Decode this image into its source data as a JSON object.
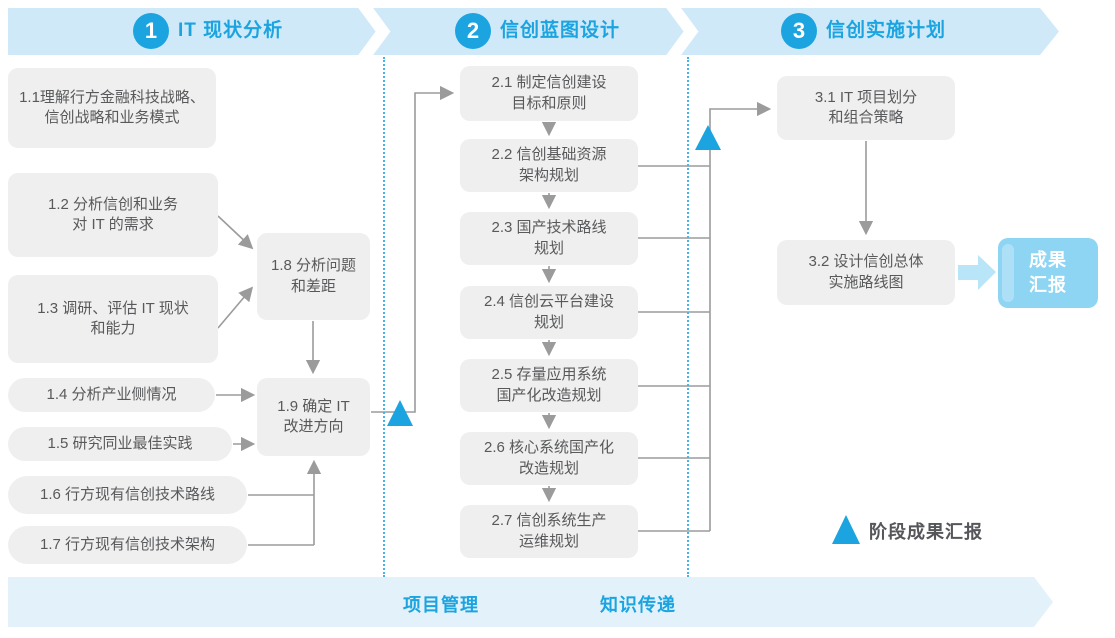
{
  "header": {
    "phases": [
      {
        "number": "1",
        "title": "IT 现状分析"
      },
      {
        "number": "2",
        "title": "信创蓝图设计"
      },
      {
        "number": "3",
        "title": "信创实施计划"
      }
    ]
  },
  "boxes": {
    "b11": "1.1理解行方金融科技战略、\n信创战略和业务模式",
    "b12": "1.2 分析信创和业务\n对 IT 的需求",
    "b13": "1.3 调研、评估 IT 现状\n和能力",
    "b14": "1.4 分析产业侧情况",
    "b15": "1.5 研究同业最佳实践",
    "b16": "1.6 行方现有信创技术路线",
    "b17": "1.7 行方现有信创技术架构",
    "b18": "1.8 分析问题\n和差距",
    "b19": "1.9 确定 IT\n改进方向",
    "b21": "2.1 制定信创建设\n目标和原则",
    "b22": "2.2 信创基础资源\n架构规划",
    "b23": "2.3 国产技术路线\n规划",
    "b24": "2.4 信创云平台建设\n规划",
    "b25": "2.5 存量应用系统\n国产化改造规划",
    "b26": "2.6 核心系统国产化\n改造规划",
    "b27": "2.7 信创系统生产\n运维规划",
    "b31": "3.1 IT 项目划分\n和组合策略",
    "b32": "3.2 设计信创总体\n实施路线图"
  },
  "result_label": "成果\n汇报",
  "legend_label": "阶段成果汇报",
  "footer": {
    "items": [
      "项目管理",
      "知识传递"
    ]
  },
  "colors": {
    "accent_blue": "#1ba4e0",
    "ribbon_top": "#cfe9f8",
    "ribbon_bottom": "#e3f2fa",
    "box_gray": "#efefef",
    "box_text": "#58595b",
    "connector_gray": "#9b9b9b",
    "result_box_blue": "#8ed5f3",
    "thick_arrow_blue": "#b9e5f8"
  }
}
